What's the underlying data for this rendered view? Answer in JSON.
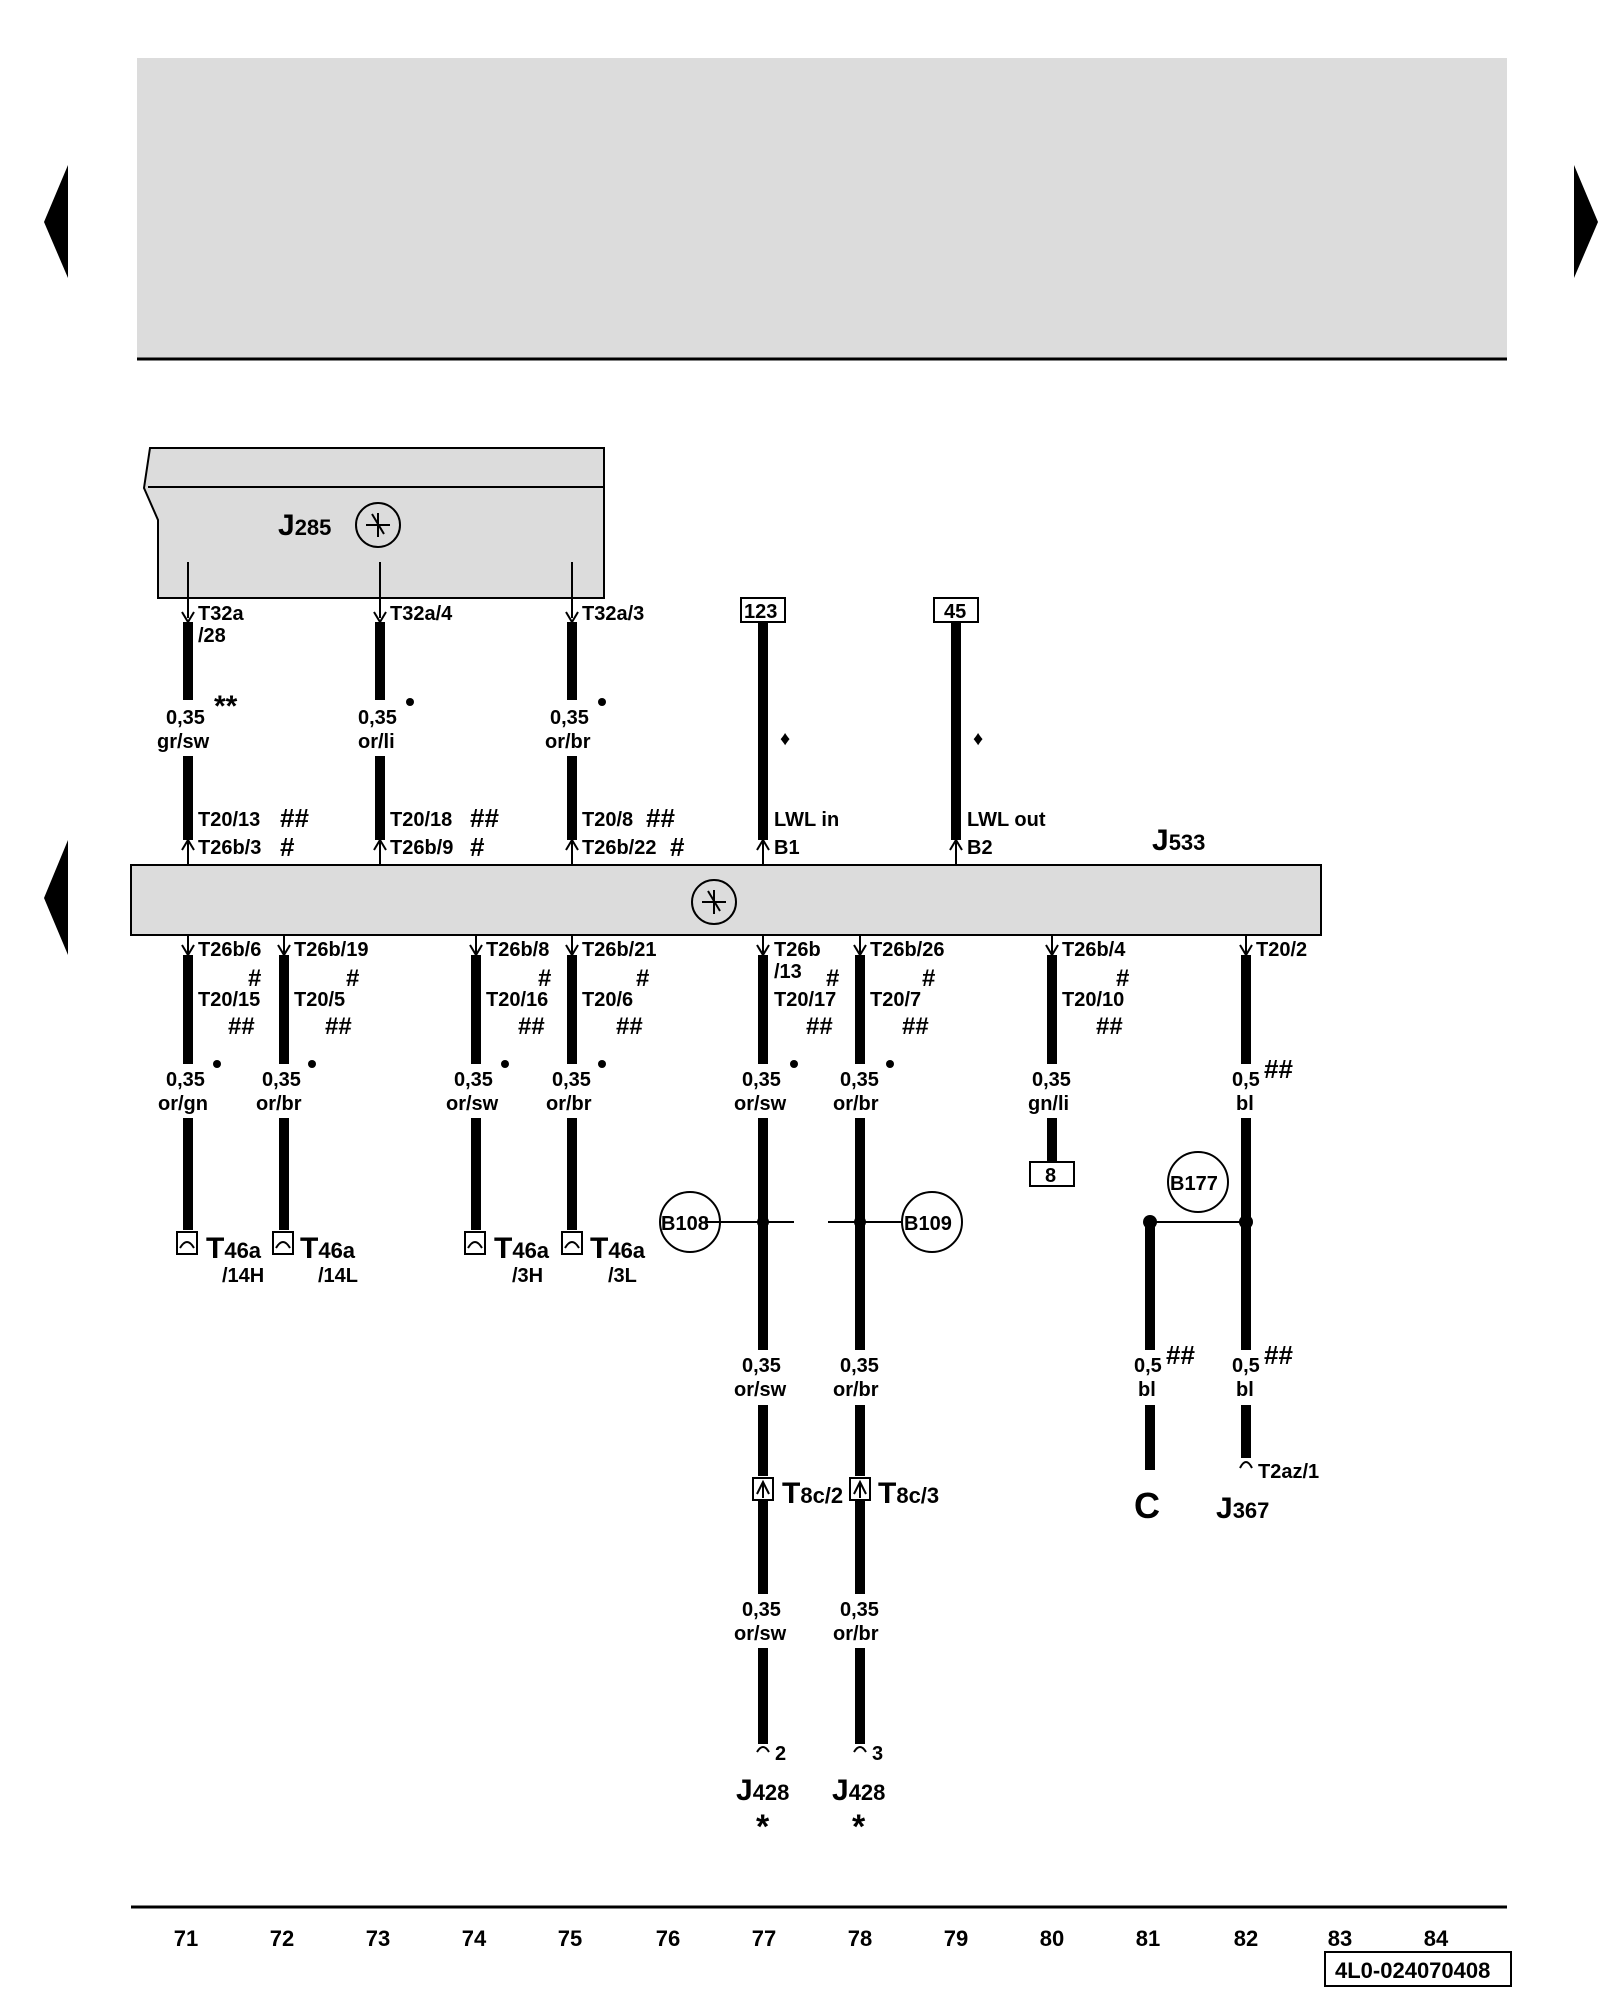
{
  "labels": {
    "j285": "J",
    "j285_sub": "285",
    "j533": "J",
    "j533_sub": "533",
    "j367": "J",
    "j367_sub": "367",
    "j428": "J",
    "j428_sub": "428",
    "c": "C",
    "star": "*",
    "star2": "**",
    "hash": "#",
    "hash2": "##",
    "diamond": "♦",
    "dot": "•",
    "doc_number": "4L0-024070408"
  },
  "top_pins": {
    "w1a": "T32a",
    "w1b": "/28",
    "w2": "T32a/4",
    "w3": "T32a/3",
    "box123": "123",
    "box45": "45",
    "w1_low": "T20/13",
    "w1_low2": "T26b/3",
    "w2_low": "T20/18",
    "w2_low2": "T26b/9",
    "w3_low": "T20/8",
    "w3_low2": "T26b/22",
    "lwl_in": "LWL in",
    "b1": "B1",
    "lwl_out": "LWL out",
    "b2": "B2"
  },
  "top_wires": {
    "size1": "0,35",
    "col1": "gr/sw",
    "size2": "0,35",
    "col2": "or/li",
    "size3": "0,35",
    "col3": "or/br"
  },
  "bottom_pins": {
    "p71": "T26b/6",
    "p71b": "T20/15",
    "p72": "T26b/19",
    "p72b": "T20/5",
    "p74": "T26b/8",
    "p74b": "T20/16",
    "p75": "T26b/21",
    "p75b": "T20/6",
    "p77": "T26b",
    "p77s": "/13",
    "p77b": "T20/17",
    "p78": "T26b/26",
    "p78b": "T20/7",
    "p80": "T26b/4",
    "p80b": "T20/10",
    "p82": "T20/2"
  },
  "bottom_wires": {
    "s71": "0,35",
    "c71": "or/gn",
    "s72": "0,35",
    "c72": "or/br",
    "s74": "0,35",
    "c74": "or/sw",
    "s75": "0,35",
    "c75": "or/br",
    "s77": "0,35",
    "c77": "or/sw",
    "s78": "0,35",
    "c78": "or/br",
    "s80": "0,35",
    "c80": "gn/li",
    "s82": "0,5",
    "c82": "bl",
    "box8": "8"
  },
  "connectors": {
    "t46a": "T",
    "t46a_sub": "46a",
    "h14": "/14H",
    "l14": "/14L",
    "h3": "/3H",
    "l3": "/3L",
    "b108": "B108",
    "b109": "B109",
    "b177": "B177",
    "t8c": "T",
    "t8c2_sub": "8c/2",
    "t8c3_sub": "8c/3",
    "t2az": "T2az/1",
    "pin2": "2",
    "pin3": "3"
  },
  "lower_wires": {
    "s77a": "0,35",
    "c77a": "or/sw",
    "s78a": "0,35",
    "c78a": "or/br",
    "s77b": "0,35",
    "c77b": "or/sw",
    "s78b": "0,35",
    "c78b": "or/br",
    "s81": "0,5",
    "c81": "bl",
    "s82b": "0,5",
    "c82b": "bl"
  },
  "scale": [
    "71",
    "72",
    "73",
    "74",
    "75",
    "76",
    "77",
    "78",
    "79",
    "80",
    "81",
    "82",
    "83",
    "84"
  ],
  "colors": {
    "panel": "#dcdcdc",
    "line": "#000000",
    "background": "#ffffff"
  }
}
